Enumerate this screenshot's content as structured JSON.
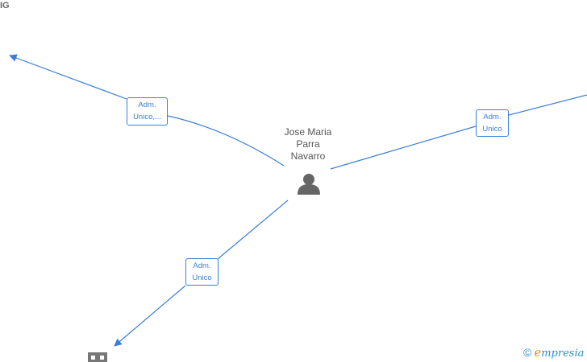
{
  "corner_text": "IG",
  "center_person": {
    "name_lines": [
      "Jose Maria",
      "Parra",
      "Navarro"
    ],
    "icon": "person-icon"
  },
  "relations": [
    {
      "label_lines": [
        "Adm.",
        "Unico,..."
      ]
    },
    {
      "label_lines": [
        "Adm.",
        "Unico"
      ]
    },
    {
      "label_lines": [
        "Adm.",
        "Unico"
      ]
    }
  ],
  "company_icon": "building-icon",
  "watermark": {
    "copyright": "©",
    "brand_initial": "e",
    "brand_rest": "mpresia"
  },
  "colors": {
    "edge": "#3a7fd5",
    "label_text": "#3a7fd5",
    "person_icon": "#666666",
    "brand_orange": "#f39200",
    "brand_blue": "#2a8fd0"
  }
}
